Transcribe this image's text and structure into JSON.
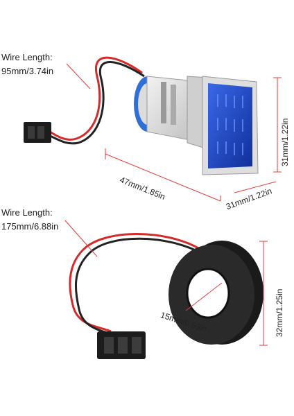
{
  "top_item": {
    "wire_label": "Wire Length:",
    "wire_value": "95mm/3.74in",
    "length_dim": "47mm/1.85in",
    "width_dim": "31mm/1.22in",
    "height_dim": "31mm/1.22in"
  },
  "bottom_item": {
    "wire_label": "Wire Length:",
    "wire_value": "175mm/6.88in",
    "hole_dim": "15mm/0.59in",
    "height_dim": "32mm/1.25in"
  },
  "colors": {
    "dim_line": "#e63b3b",
    "display": "#1a49c9",
    "wire_red": "#d42a2a",
    "wire_black": "#222222"
  }
}
